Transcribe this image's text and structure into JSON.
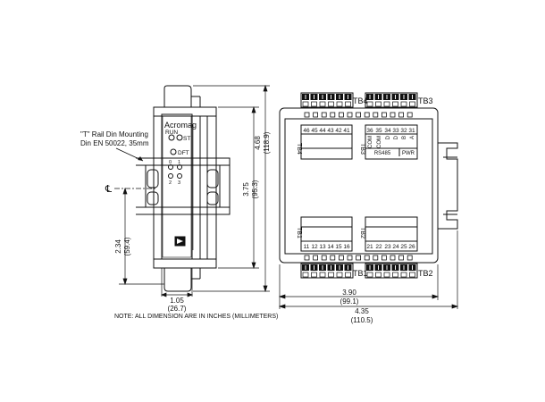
{
  "front_view": {
    "brand": "Acromag",
    "led_run": "RUN",
    "led_st": "ST",
    "led_dft": "DFT",
    "led_0": "0",
    "led_1": "1",
    "led_2": "2",
    "led_3": "3"
  },
  "rail_note": {
    "line1": "\"T\" Rail Din Mounting",
    "line2": "Din EN 50022, 35mm"
  },
  "centerline_symbol": "℄",
  "dimensions": {
    "width_front_in": "1.05",
    "width_front_mm": "(26.7)",
    "height_centre_in": "2.34",
    "height_centre_mm": "(59.4)",
    "height_body_in": "3.75",
    "height_body_mm": "(95.3)",
    "height_total_in": "4.68",
    "height_total_mm": "(118.9)",
    "width_body_in": "3.90",
    "width_body_mm": "(99.1)",
    "width_total_in": "4.35",
    "width_total_mm": "(110.5)"
  },
  "terminal_blocks": {
    "tb1": "TB1",
    "tb2": "TB2",
    "tb3": "TB3",
    "tb4": "TB4",
    "tb4_numbers": [
      "46",
      "45",
      "44",
      "43",
      "42",
      "41"
    ],
    "tb3_numbers": [
      "36",
      "35",
      "34",
      "33",
      "32",
      "31"
    ],
    "tb3_signals": [
      "COM",
      "COM",
      "D",
      "D",
      "B",
      "A"
    ],
    "tb3_group_rs485": "RS485",
    "tb3_group_pwr": "PWR",
    "tb1_numbers": [
      "11",
      "12",
      "13",
      "14",
      "15",
      "16"
    ],
    "tb2_numbers": [
      "21",
      "22",
      "23",
      "24",
      "25",
      "26"
    ]
  },
  "note": "NOTE: ALL DIMENSION ARE IN INCHES (MILLIMETERS)"
}
